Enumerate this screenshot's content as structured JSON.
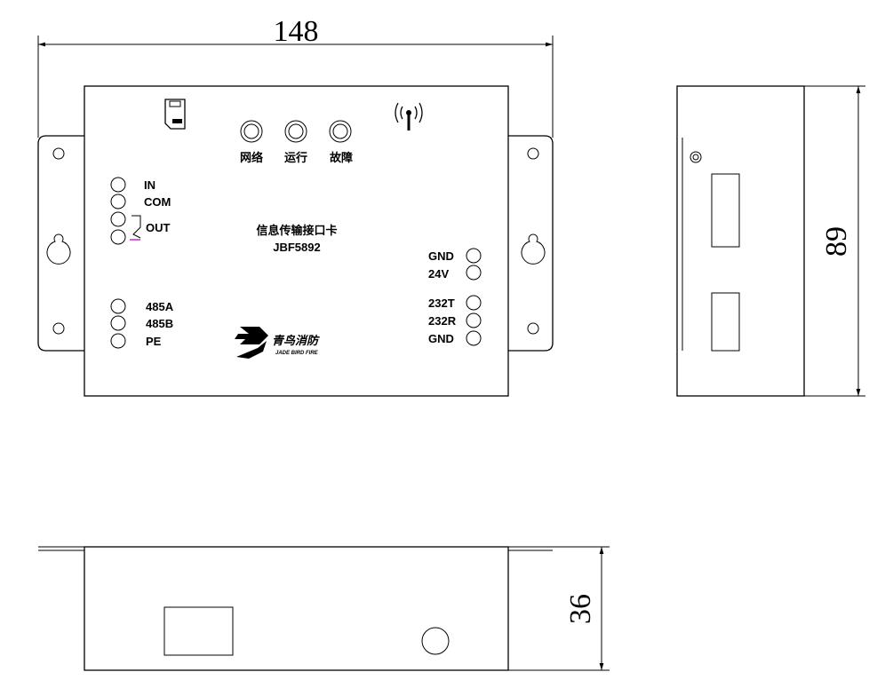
{
  "dimensions": {
    "width": "148",
    "height": "89",
    "depth": "36"
  },
  "front_panel": {
    "indicators": [
      "网络",
      "运行",
      "故障"
    ],
    "left_terminals": [
      "IN",
      "COM",
      "OUT"
    ],
    "rs485_terminals": [
      "485A",
      "485B",
      "PE"
    ],
    "power_terminals": [
      "GND",
      "24V"
    ],
    "rs232_terminals": [
      "232T",
      "232R",
      "GND"
    ],
    "product_name": "信息传输接口卡",
    "model": "JBF5892",
    "logo": {
      "cn": "青鸟消防",
      "en": "JADE BIRD FIRE"
    },
    "icons": [
      "sim-card-icon",
      "wireless-signal-icon"
    ]
  }
}
